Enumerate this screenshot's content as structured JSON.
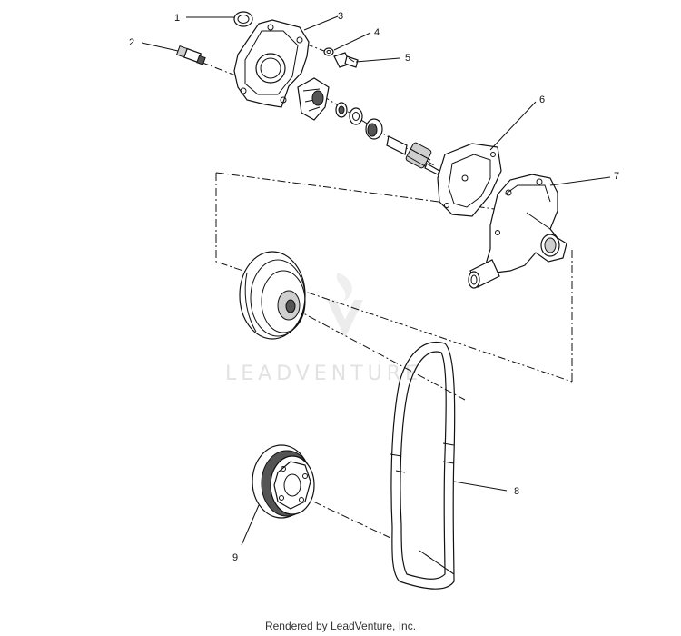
{
  "diagram": {
    "callouts": [
      {
        "id": "1",
        "label": "1"
      },
      {
        "id": "2",
        "label": "2"
      },
      {
        "id": "3",
        "label": "3"
      },
      {
        "id": "4",
        "label": "4"
      },
      {
        "id": "5",
        "label": "5"
      },
      {
        "id": "6",
        "label": "6"
      },
      {
        "id": "7",
        "label": "7"
      },
      {
        "id": "8",
        "label": "8"
      },
      {
        "id": "9",
        "label": "9"
      }
    ],
    "watermark_text": "LEADVENTURE"
  },
  "footer": {
    "text": "Rendered by LeadVenture, Inc."
  }
}
